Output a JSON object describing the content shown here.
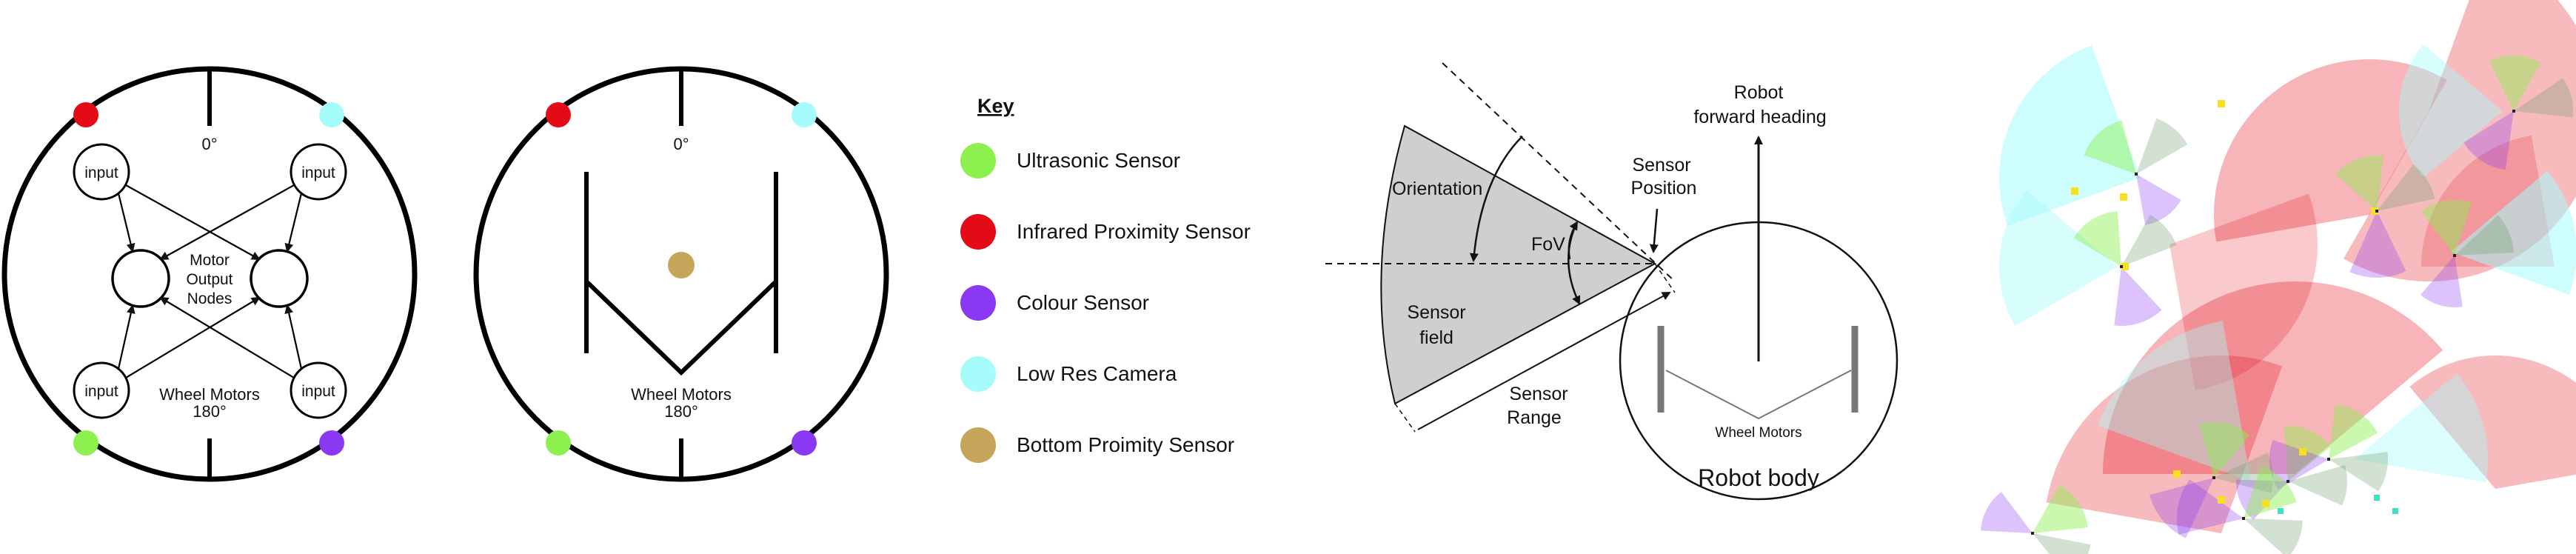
{
  "panel_a": {
    "top_label": "0°",
    "input_label": "input",
    "motor_label": [
      "Motor",
      "Output",
      "Nodes"
    ],
    "bottom_label": [
      "Wheel Motors",
      "180°"
    ]
  },
  "panel_b": {
    "top_label": "0°",
    "bottom_label": [
      "Wheel Motors",
      "180°"
    ]
  },
  "key": {
    "title": "Key",
    "items": [
      {
        "label": "Ultrasonic Sensor",
        "color": "#8cf04e"
      },
      {
        "label": "Infrared Proximity Sensor",
        "color": "#e30b16"
      },
      {
        "label": "Colour Sensor",
        "color": "#8a38f2"
      },
      {
        "label": "Low Res Camera",
        "color": "#a6fbfb"
      },
      {
        "label": "Bottom Proimity Sensor",
        "color": "#c4a55a"
      }
    ]
  },
  "panel_c": {
    "orientation": "Orientation",
    "fov": "FoV",
    "sensor_field": [
      "Sensor",
      "field"
    ],
    "sensor_range": [
      "Sensor",
      "Range"
    ],
    "sensor_position": [
      "Sensor",
      "Position"
    ],
    "robot_heading": [
      "Robot",
      "forward heading"
    ],
    "wheel_motors": "Wheel Motors",
    "robot_body": "Robot body"
  },
  "colors": {
    "ultrasonic": "#8cf04e",
    "infrared": "#e30b16",
    "colour": "#8a38f2",
    "camera": "#a6fbfb",
    "bottom": "#c4a55a"
  }
}
